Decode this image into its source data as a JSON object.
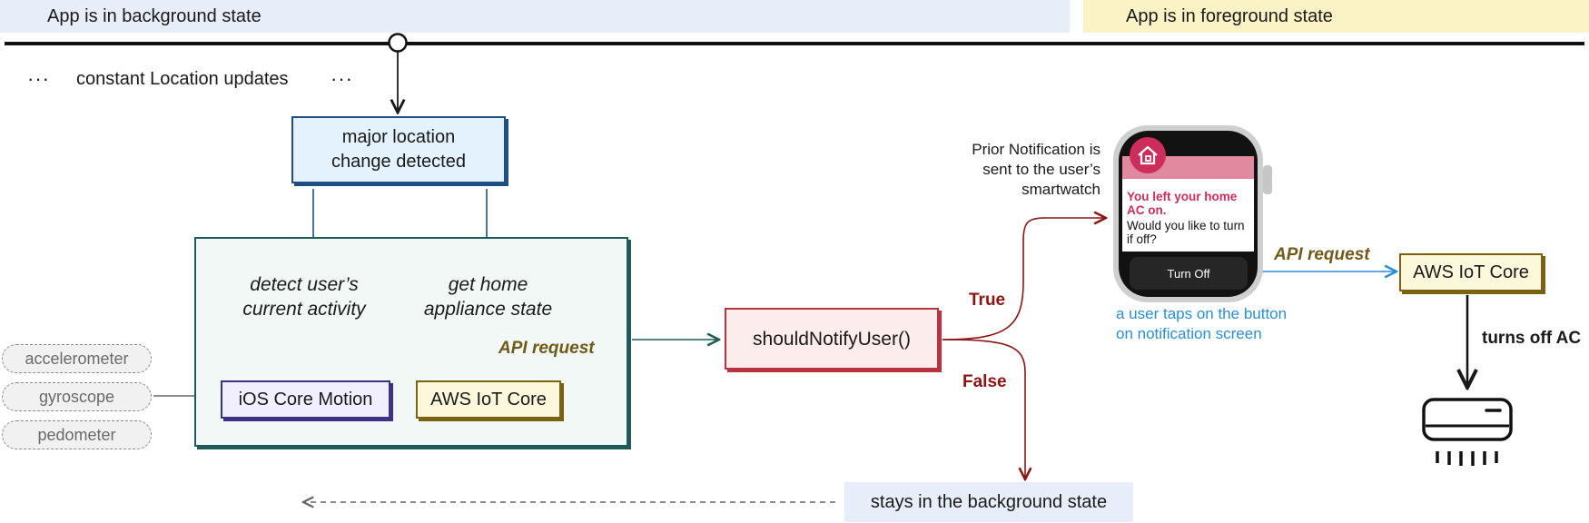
{
  "states": {
    "background": "App is in background state",
    "foreground": "App is in foreground state"
  },
  "location": {
    "label": "constant Location updates",
    "dots": "···"
  },
  "major_change": {
    "line1": "major location",
    "line2": "change detected"
  },
  "activity": {
    "line1": "detect user’s",
    "line2": "current activity"
  },
  "appliance": {
    "line1": "get home",
    "line2": "appliance state"
  },
  "api_request_left": "API request",
  "core_motion": "iOS Core Motion",
  "aws_left": "AWS IoT Core",
  "sensors": [
    "accelerometer",
    "gyroscope",
    "pedometer"
  ],
  "should_notify": "shouldNotifyUser()",
  "branch": {
    "true_label": "True",
    "false_label": "False"
  },
  "prior_notification": [
    "Prior Notification is",
    "sent to the user’s",
    "smartwatch"
  ],
  "watch": {
    "title": "You left your home AC on.",
    "body": "Would you like to turn if off?",
    "button": "Turn Off",
    "app_icon": "home-icon"
  },
  "tap_note": [
    "a user taps on the button",
    "on notification screen"
  ],
  "api_request_right": "API request",
  "aws_right": "AWS IoT Core",
  "turns_off": "turns off AC",
  "stays_background": "stays in the background state",
  "device_icon": "air-conditioner-icon",
  "colors": {
    "background_band": "#e7eef9",
    "foreground_band": "#fbf3c6",
    "blue_box": "#e4f2fd",
    "navy_border": "#1d4f82",
    "teal_border": "#1f5b58",
    "teal_fill": "#f1f8f6",
    "purple_border": "#3d3183",
    "purple_fill": "#f0eeff",
    "gold_border": "#7b6213",
    "gold_fill": "#fdf8db",
    "red_border": "#b8333f",
    "red_fill": "#fdecec",
    "dark_red": "#8b1414",
    "api_text": "#6f5a18",
    "tap_blue": "#2b8ed6",
    "watch_accent": "#cc2d5b",
    "watch_banner": "#e0899f"
  }
}
